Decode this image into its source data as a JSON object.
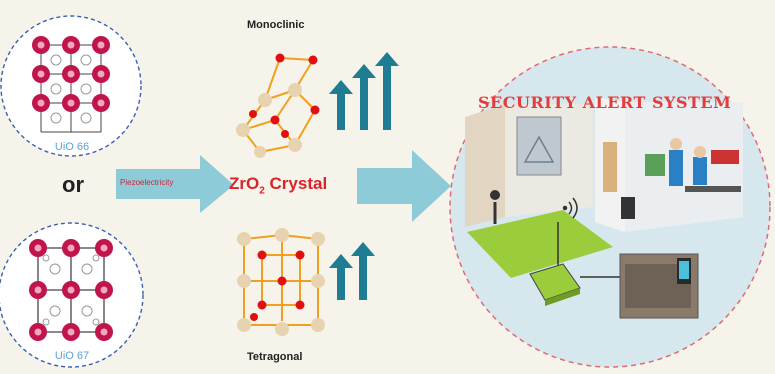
{
  "mofs": {
    "top_label": "UiO 66",
    "bottom_label": "UiO 67",
    "connector": "or"
  },
  "arrows": {
    "left_label": "Piezoelectricity"
  },
  "crystal": {
    "name_prefix": "ZrO",
    "name_sub": "2",
    "name_suffix": " Crystal",
    "top_phase": "Monoclinic",
    "bottom_phase": "Tetragonal"
  },
  "security": {
    "title": "SECURITY ALERT SYSTEM"
  },
  "colors": {
    "background": "#f6f4ea",
    "dashed_circle": "#3b5fb5",
    "mof_node": "#c0144a",
    "arrow": "#8ecbd8",
    "up_arrow": "#1f7d93",
    "crystal_text": "#d9242a",
    "o_atom": "#e01010",
    "zr_atom": "#e8d3b0",
    "bond": "#f0a020",
    "security_circle": "#d6e8ee",
    "security_border": "#e06a72",
    "security_title": "#e23c3c",
    "uio_label": "#5aa3d6"
  }
}
